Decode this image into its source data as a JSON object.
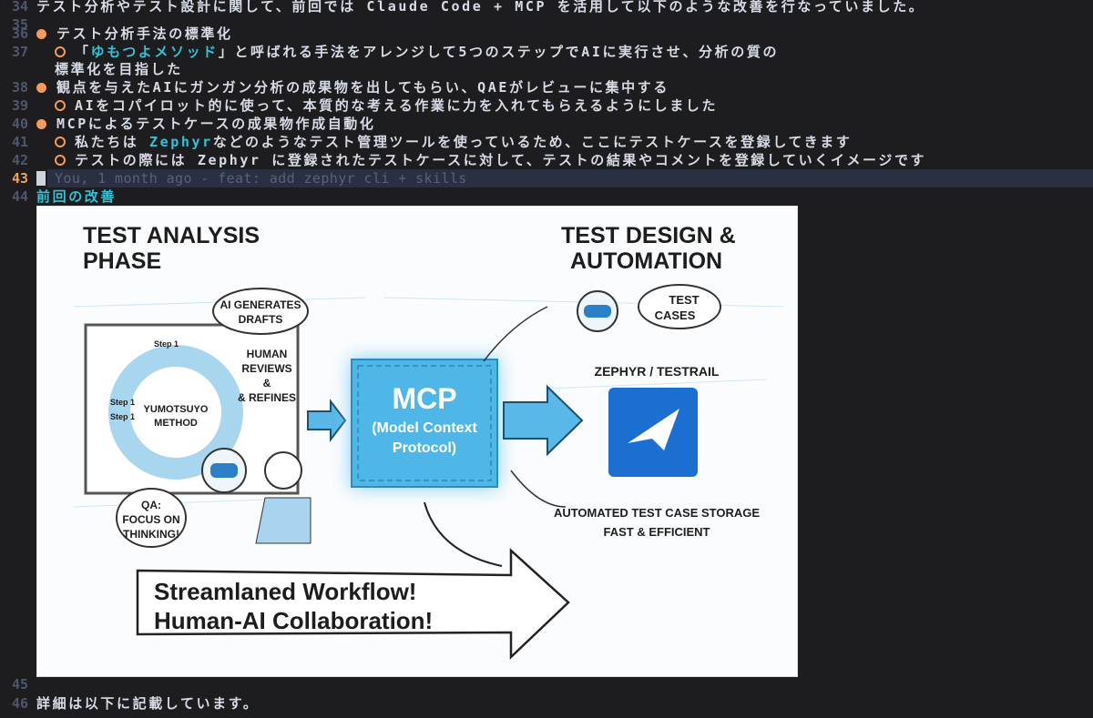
{
  "editor": {
    "lines": [
      {
        "num": "34",
        "text": "テスト分析やテスト設計に関して、前回では Claude Code + MCP を活用して以下のような改善を行なっていました。"
      },
      {
        "num": "35",
        "text": ""
      },
      {
        "num": "36",
        "text": "テスト分析手法の標準化"
      },
      {
        "num": "37",
        "pre": "「",
        "highlight": "ゆもつよメソッド",
        "post": "」と呼ばれる手法をアレンジして5つのステップでAIに実行させ、分析の質の",
        "wrap": "標準化を目指した"
      },
      {
        "num": "38",
        "text": "観点を与えたAIにガンガン分析の成果物を出してもらい、QAEがレビューに集中する"
      },
      {
        "num": "39",
        "text": "AIをコパイロット的に使って、本質的な考える作業に力を入れてもらえるようにしました"
      },
      {
        "num": "40",
        "text": "MCPによるテストケースの成果物作成自動化"
      },
      {
        "num": "41",
        "pre": "私たちは ",
        "highlight": "Zephyr",
        "post": "などのようなテスト管理ツールを使っているため、ここにテストケースを登録してきます"
      },
      {
        "num": "42",
        "text": "テストの際には Zephyr に登録されたテストケースに対して、テストの結果やコメントを登録していくイメージです"
      },
      {
        "num": "43",
        "blame": "You, 1 month ago - feat: add zephyr cli + skills"
      },
      {
        "num": "44",
        "text": "前回の改善"
      },
      {
        "num": "45",
        "text": ""
      },
      {
        "num": "46",
        "text": "詳細は以下に記載しています。"
      }
    ]
  },
  "image": {
    "left_title": [
      "TEST ANALYSIS",
      "PHASE"
    ],
    "right_title": [
      "TEST DESIGN &",
      "AUTOMATION"
    ],
    "bubble_ai": [
      "AI GENERATES",
      "DRAFTS"
    ],
    "human_reviews": [
      "HUMAN",
      "REVIEWS",
      "&",
      "& REFINES"
    ],
    "method": [
      "YUMOTSUYO",
      "METHOD"
    ],
    "step_label": "Step 1",
    "qa_bubble": [
      "QA:",
      "FOCUS ON",
      "THINKING!"
    ],
    "mcp": [
      "MCP",
      "(Model Context",
      "Protocol)"
    ],
    "test_cases": [
      "TEST",
      "CASES"
    ],
    "zephyr": "ZEPHYR / TESTRAIL",
    "storage": [
      "AUTOMATED TEST CASE STORAGE",
      "FAST & EFFICIENT"
    ],
    "workflow": [
      "Streamlaned Workflow!",
      "Human-AI Collaboration!"
    ]
  },
  "colors": {
    "accent": "#35c2d6",
    "bullet": "#f59a5a",
    "mcp_blue": "#4fb6e8",
    "zephyr_blue": "#1a6fd0"
  }
}
